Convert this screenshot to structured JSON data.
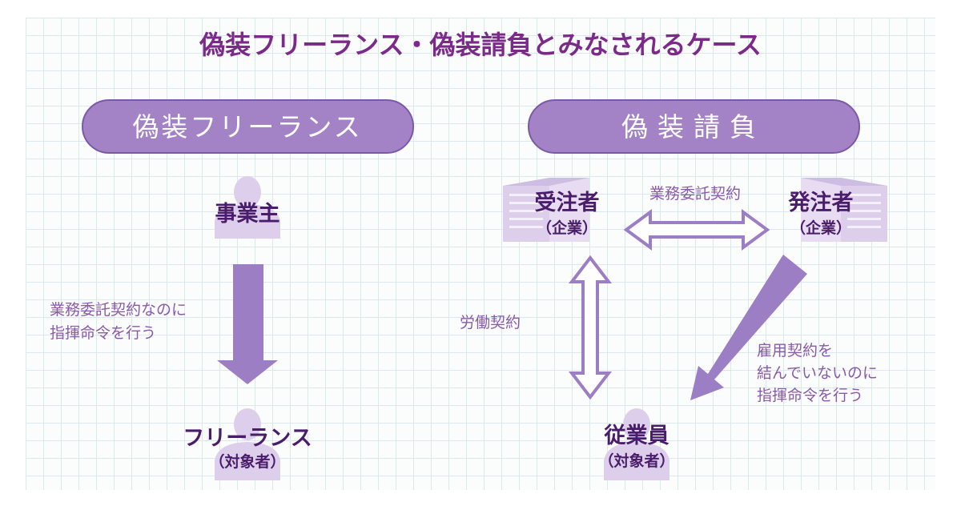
{
  "title": "偽装フリーランス・偽装請負とみなされるケース",
  "left_section": {
    "header": "偽装フリーランス",
    "top_node": "事業主",
    "arrow_note_line1": "業務委託契約なのに",
    "arrow_note_line2": "指揮命令を行う",
    "bottom_node": "フリーランス",
    "bottom_node_sub": "（対象者）"
  },
  "right_section": {
    "header": "偽装請負",
    "contractor": "受注者",
    "contractor_sub": "（企業）",
    "client": "発注者",
    "client_sub": "（企業）",
    "contract_label": "業務委託契約",
    "labor_label": "労働契約",
    "employee": "従業員",
    "employee_sub": "（対象者）",
    "diag_note_line1": "雇用契約を",
    "diag_note_line2": "結んでいないのに",
    "diag_note_line3": "指揮命令を行う"
  },
  "colors": {
    "purple_fill": "#a383c6",
    "purple_arrow": "#9c7ec4",
    "silhouette": "#ddcfec",
    "building": "#ddcfec",
    "title": "#7c2a8a",
    "label": "#4a1d6b",
    "note": "#8a5aa8"
  },
  "icons": [
    "person-silhouette-icon",
    "office-building-icon"
  ]
}
